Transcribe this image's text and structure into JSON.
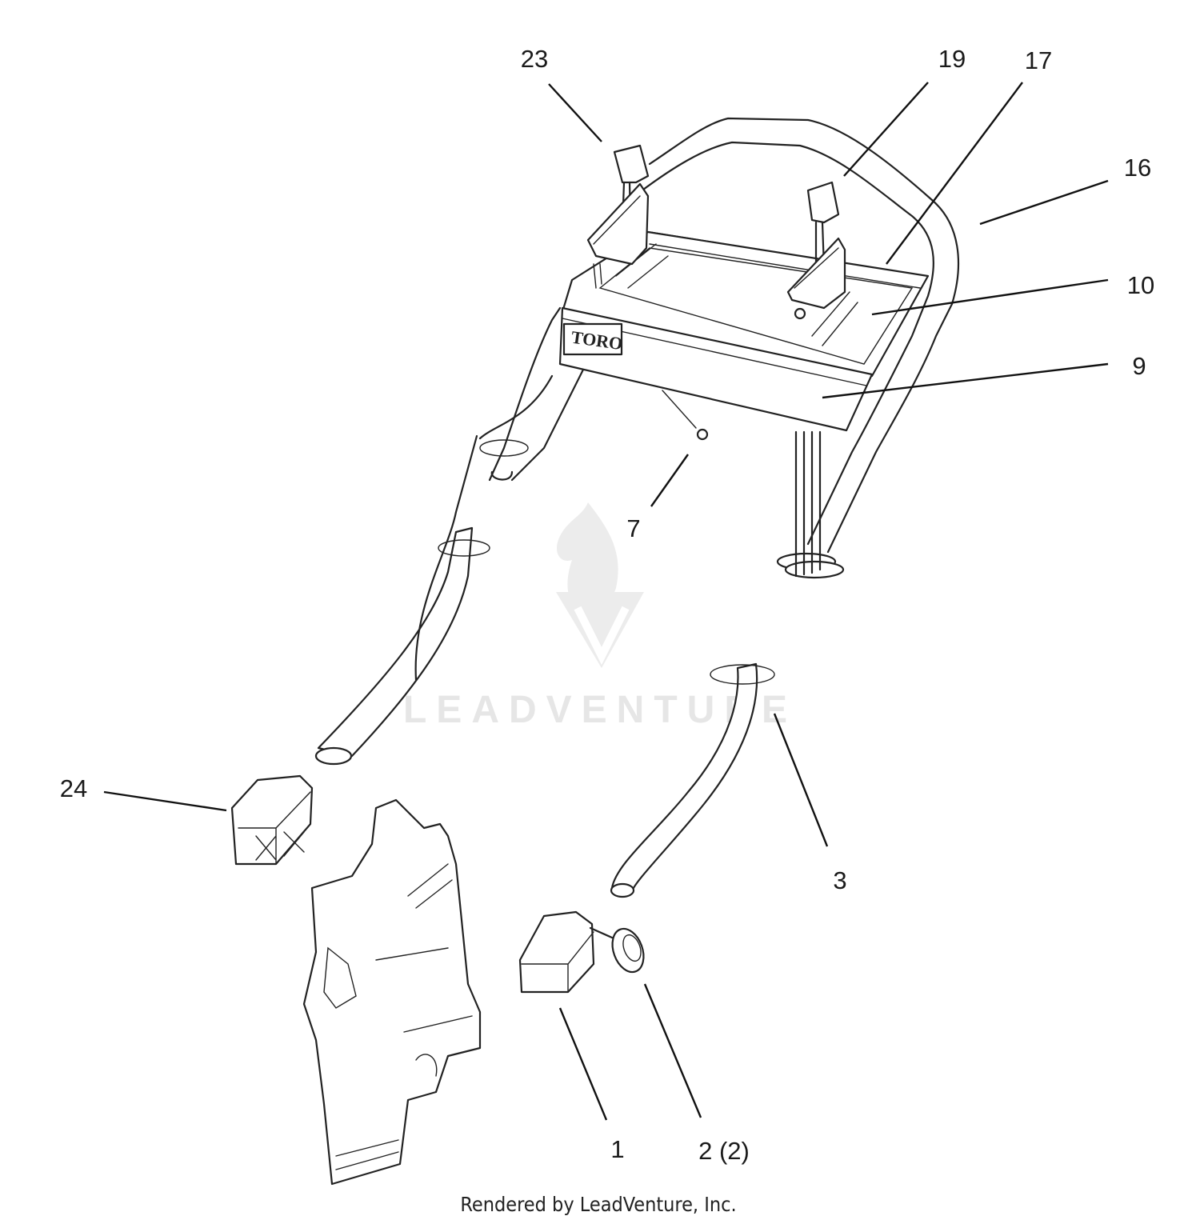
{
  "callouts": [
    {
      "id": "23",
      "label": "23"
    },
    {
      "id": "19",
      "label": "19"
    },
    {
      "id": "17",
      "label": "17"
    },
    {
      "id": "16",
      "label": "16"
    },
    {
      "id": "10",
      "label": "10"
    },
    {
      "id": "9",
      "label": "9"
    },
    {
      "id": "7",
      "label": "7"
    },
    {
      "id": "24",
      "label": "24"
    },
    {
      "id": "3",
      "label": "3"
    },
    {
      "id": "1",
      "label": "1"
    },
    {
      "id": "2",
      "label": "2 (2)"
    }
  ],
  "brand_plate": "TORO",
  "watermark": "LEADVENTURE",
  "footer": "Rendered by LeadVenture, Inc."
}
